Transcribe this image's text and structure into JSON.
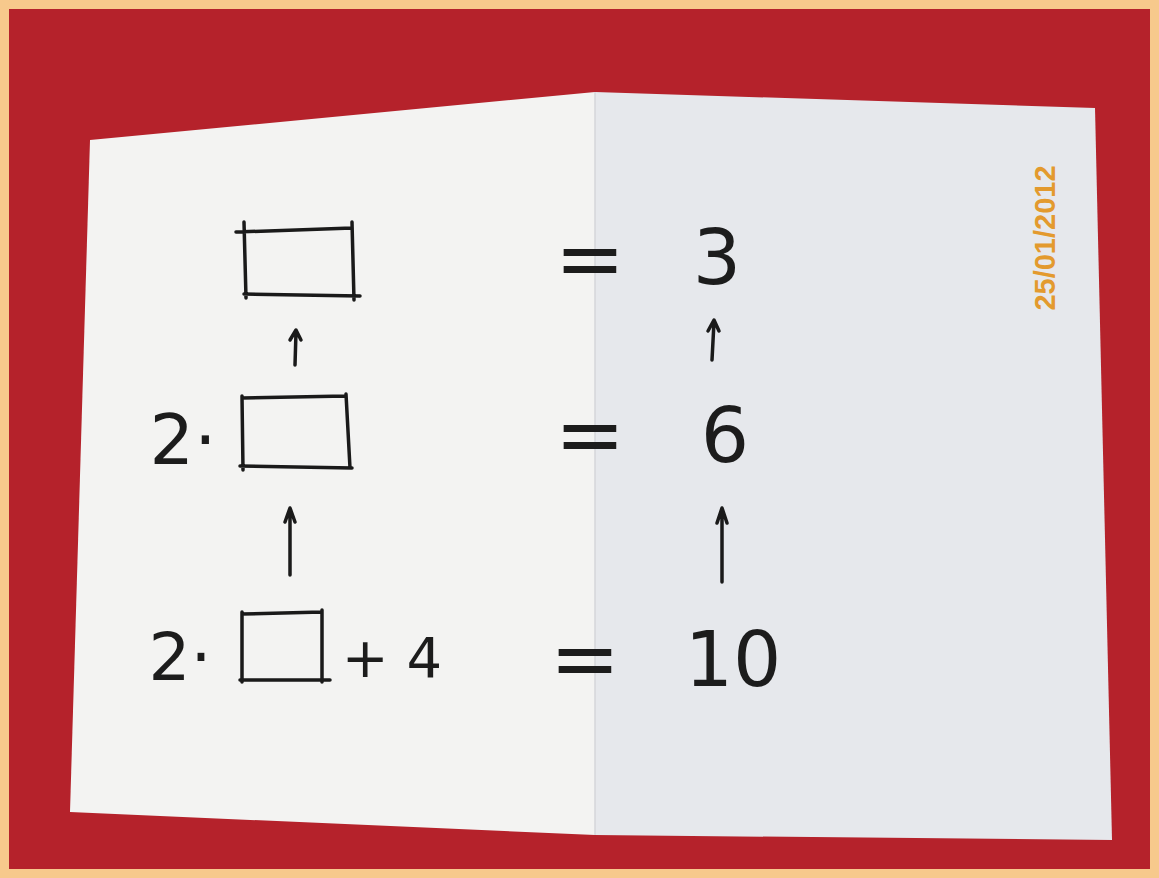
{
  "diagram": {
    "labels": [
      "=",
      "3",
      "2·",
      "=",
      "6",
      "2·",
      "+ 4",
      "=",
      "10",
      "25/01/2012"
    ]
  }
}
